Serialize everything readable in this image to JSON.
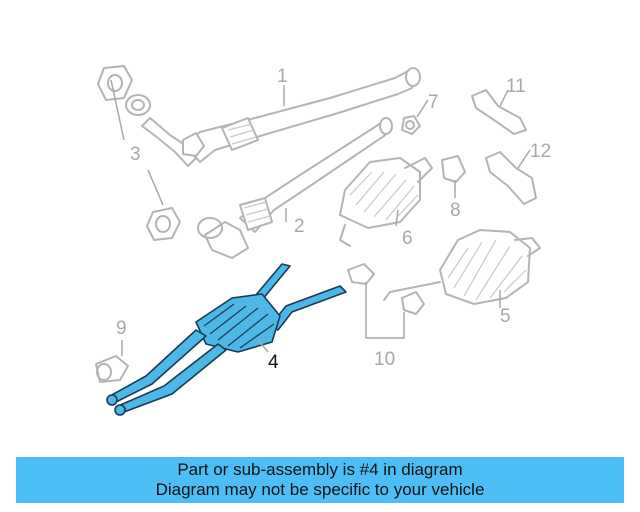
{
  "diagram": {
    "callouts": {
      "c1": "1",
      "c2": "2",
      "c3": "3",
      "c4": "4",
      "c5": "5",
      "c6": "6",
      "c7": "7",
      "c8": "8",
      "c9": "9",
      "c10": "10",
      "c11": "11",
      "c12": "12"
    },
    "highlighted_part": "4",
    "highlight_color": "#4db8e8"
  },
  "banner": {
    "line1": "Part or sub-assembly is #4 in diagram",
    "line2": "Diagram may not be specific to your vehicle",
    "background": "#4dbef5"
  }
}
